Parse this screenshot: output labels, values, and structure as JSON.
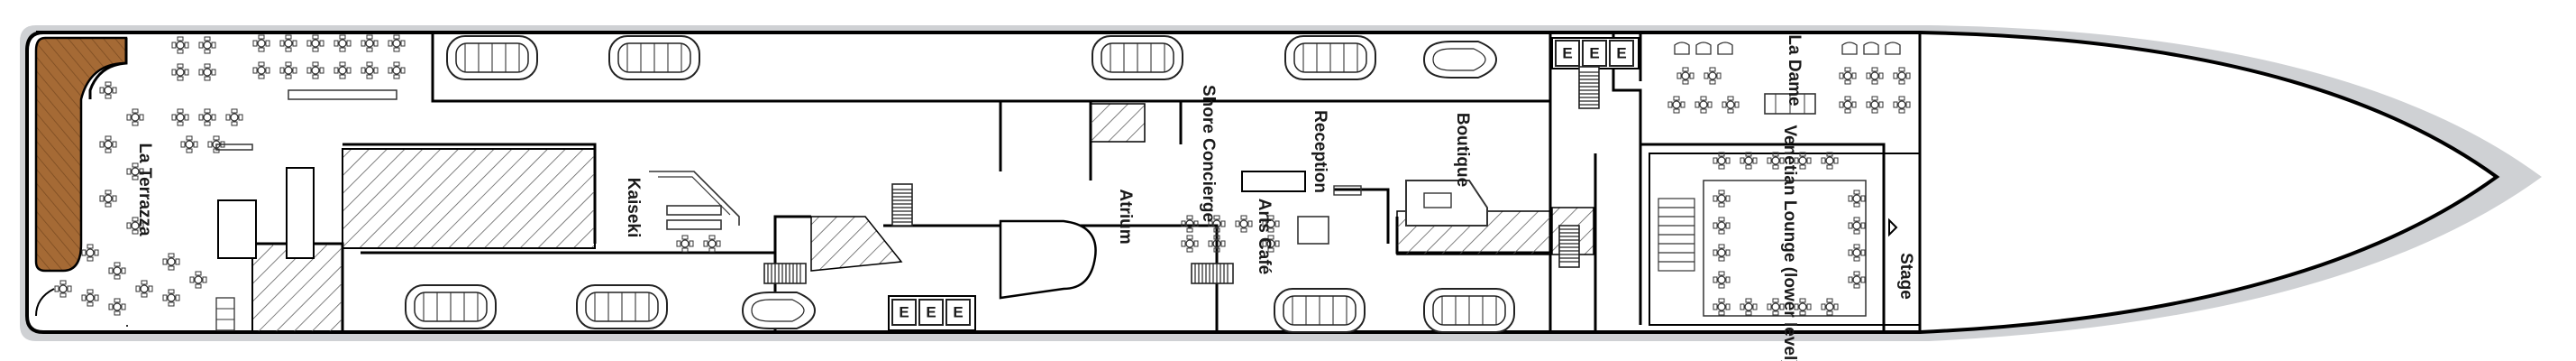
{
  "deck_plan": {
    "labels": {
      "la_terrazza": "La Terrazza",
      "kaiseki": "Kaiseki",
      "atrium": "Atrium",
      "shore_concierge": "Shore Concierge",
      "reception": "Reception",
      "arts_cafe": "Arts Café",
      "boutique": "Boutique",
      "la_dame": "La Dame",
      "venetian_lounge": "Venetian Lounge (lower level)",
      "stage": "Stage",
      "elevator_letter": "E"
    },
    "colors": {
      "hull_fill": "#ffffff",
      "hull_stroke": "#000000",
      "shadow": "#cfd1d4",
      "deck_wood": "#a56a35",
      "hatch": "#555555"
    }
  }
}
